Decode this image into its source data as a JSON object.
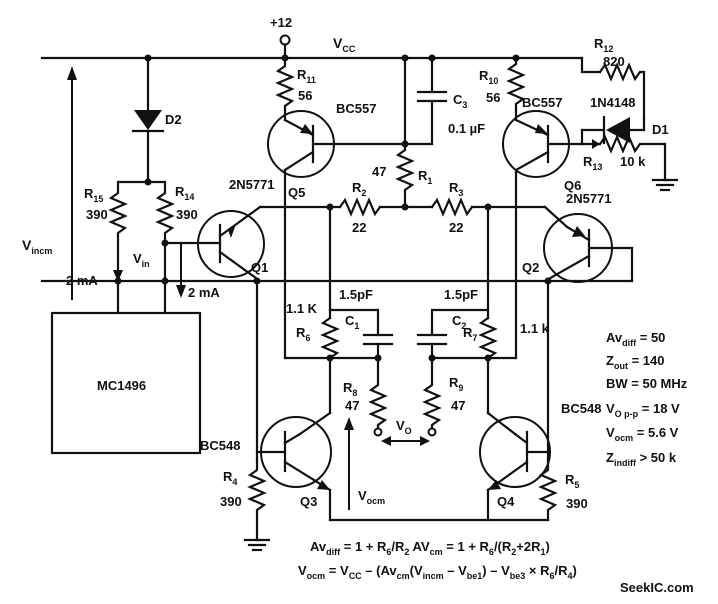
{
  "supply": {
    "voltage": "+12",
    "rail_label": "V",
    "rail_sub": "CC"
  },
  "resistors": {
    "r11": {
      "name": "R",
      "sub": "11",
      "value": "56"
    },
    "r10": {
      "name": "R",
      "sub": "10",
      "value": "56"
    },
    "r12": {
      "name": "R",
      "sub": "12",
      "value": "820"
    },
    "r13": {
      "name": "R",
      "sub": "13",
      "value": "10 k"
    },
    "r1": {
      "name": "R",
      "sub": "1",
      "value": "47"
    },
    "r2": {
      "name": "R",
      "sub": "2",
      "value": "22"
    },
    "r3": {
      "name": "R",
      "sub": "3",
      "value": "22"
    },
    "r15": {
      "name": "R",
      "sub": "15",
      "value": "390"
    },
    "r14": {
      "name": "R",
      "sub": "14",
      "value": "390"
    },
    "r6": {
      "name": "R",
      "sub": "6",
      "value": "1.1 K"
    },
    "r7": {
      "name": "R",
      "sub": "7",
      "value": "1.1 k"
    },
    "r8": {
      "name": "R",
      "sub": "8",
      "value": "47"
    },
    "r9": {
      "name": "R",
      "sub": "9",
      "value": "47"
    },
    "r4": {
      "name": "R",
      "sub": "4",
      "value": "390"
    },
    "r5": {
      "name": "R",
      "sub": "5",
      "value": "390"
    }
  },
  "capacitors": {
    "c3": {
      "name": "C",
      "sub": "3",
      "value": "0.1 µF"
    },
    "c1": {
      "name": "C",
      "sub": "1",
      "value": "1.5pF"
    },
    "c2": {
      "name": "C",
      "sub": "2",
      "value": "1.5pF"
    }
  },
  "diodes": {
    "d1": {
      "name": "D1",
      "part": "1N4148"
    },
    "d2": {
      "name": "D2"
    }
  },
  "transistors": {
    "q1": {
      "name": "Q1",
      "part": "2N5771"
    },
    "q2": {
      "name": "Q2"
    },
    "q3": {
      "name": "Q3",
      "part": "BC548"
    },
    "q4": {
      "name": "Q4",
      "part": "BC548"
    },
    "q5": {
      "name": "Q5",
      "part": "BC557"
    },
    "q6": {
      "name": "Q6",
      "part": "BC557",
      "part2": "2N5771"
    }
  },
  "labels": {
    "vincm": {
      "main": "V",
      "sub": "incm"
    },
    "vin": {
      "main": "V",
      "sub": "in"
    },
    "current_left": "2 mA",
    "current_mid": "2 mA",
    "vo": {
      "main": "V",
      "sub": "O"
    },
    "vocm": {
      "main": "V",
      "sub": "ocm"
    },
    "ic_name": "MC1496"
  },
  "specs": [
    {
      "main": "Av",
      "sub": "diff",
      "rest": " = 50"
    },
    {
      "main": "Z",
      "sub": "out",
      "rest": " = 140"
    },
    {
      "main": "BW = 50 MHz",
      "sub": "",
      "rest": ""
    },
    {
      "main": "V",
      "sub": "O p-p",
      "rest": " = 18 V"
    },
    {
      "main": "V",
      "sub": "ocm",
      "rest": " = 5.6 V"
    },
    {
      "main": "Z",
      "sub": "indiff",
      "rest": " > 50 k"
    }
  ],
  "equations": {
    "line1_a": "Av",
    "line1_a_sub": "diff",
    "line1_b": " = 1 + R",
    "line1_b_sub": "6",
    "line1_c": "/R",
    "line1_c_sub": "2",
    "line1_d": "  AV",
    "line1_d_sub": "cm",
    "line1_e": " = 1 + R",
    "line1_e_sub": "6",
    "line1_f": "/(R",
    "line1_f_sub": "2",
    "line1_g": "+2R",
    "line1_g_sub": "1",
    "line1_h": ")",
    "line2": "V",
    "line2_sub": "ocm",
    "line2_b": " = V",
    "line2_b_sub": "CC",
    "line2_c": " – (Av",
    "line2_c_sub": "cm",
    "line2_d": "(V",
    "line2_d_sub": "incm",
    "line2_e": " – V",
    "line2_e_sub": "be1",
    "line2_f": ") – V",
    "line2_f_sub": "be3",
    "line2_g": " × R",
    "line2_g_sub": "6",
    "line2_h": "/R",
    "line2_h_sub": "4",
    "line2_i": ")"
  },
  "watermark": "SeekIC.com"
}
